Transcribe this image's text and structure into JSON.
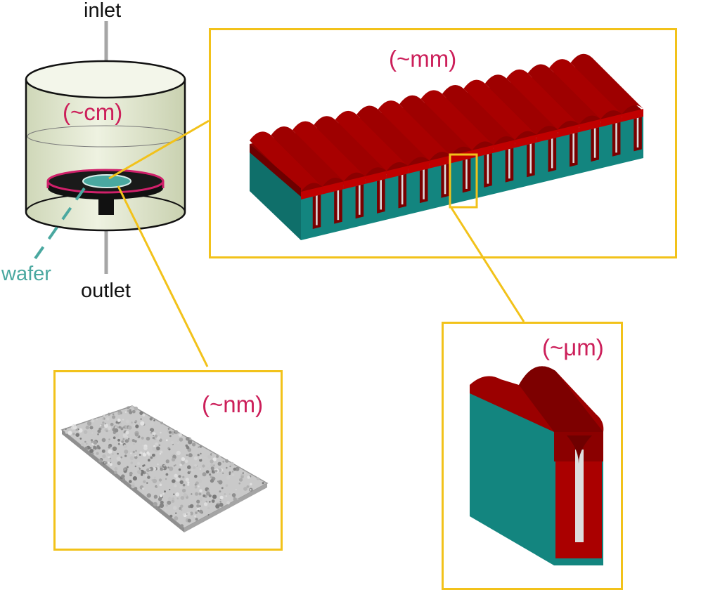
{
  "reactor": {
    "inlet_label": "inlet",
    "outlet_label": "outlet",
    "wafer_label": "wafer",
    "scale_label": "(~cm)"
  },
  "panels": {
    "mm_scale_label": "(~mm)",
    "um_scale_label": "(~μm)",
    "nm_scale_label": "(~nm)"
  },
  "colors": {
    "callout": "#f2c21a",
    "scale_text": "#cc1f5a",
    "film": "#8b0000",
    "substrate": "#13857f",
    "wafer": "#4aa8a0",
    "reactor_fill": "#e4ead3"
  }
}
